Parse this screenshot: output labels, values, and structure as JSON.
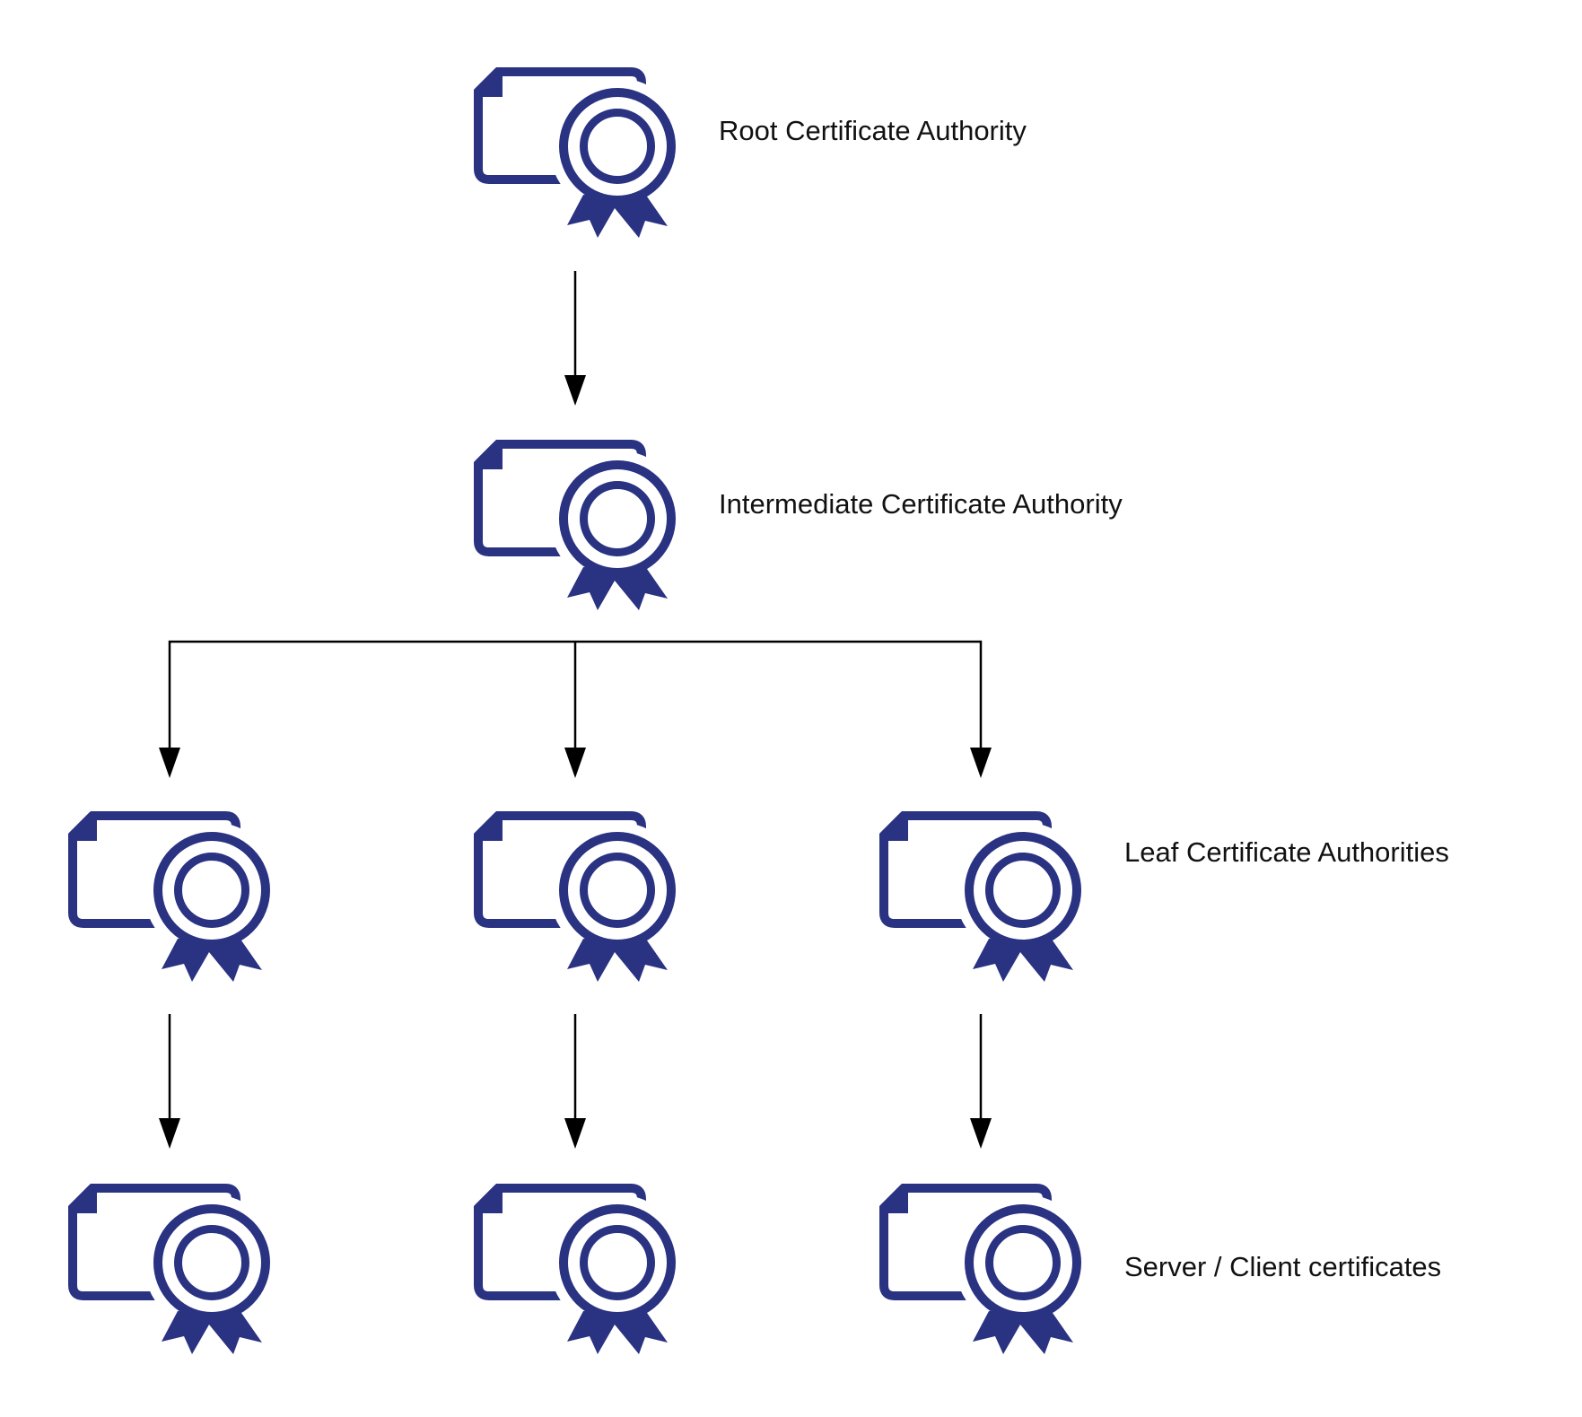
{
  "colors": {
    "icon": "#2a3282",
    "arrow": "#000000"
  },
  "icon_name": "certificate-icon",
  "levels": [
    {
      "label": "Root Certificate Authority",
      "count": 1
    },
    {
      "label": "Intermediate Certificate Authority",
      "count": 1
    },
    {
      "label": "Leaf Certificate Authorities",
      "count": 3
    },
    {
      "label": "Server / Client certificates",
      "count": 3
    }
  ]
}
